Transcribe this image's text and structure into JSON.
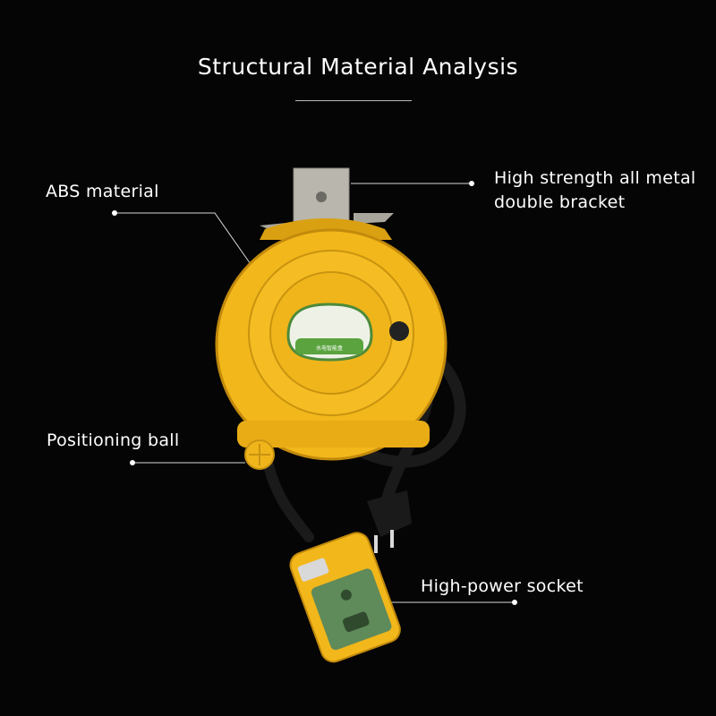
{
  "title": "Structural Material Analysis",
  "callouts": {
    "abs": "ABS material",
    "metal_line1": "High strength all metal",
    "metal_line2": "double bracket",
    "ball": "Positioning ball",
    "socket": "High-power socket"
  },
  "product": {
    "window_text": "水电智能盒"
  },
  "colors": {
    "background": "#050505",
    "housing": "#f2b71a",
    "socket_face": "#5f8a5a"
  }
}
